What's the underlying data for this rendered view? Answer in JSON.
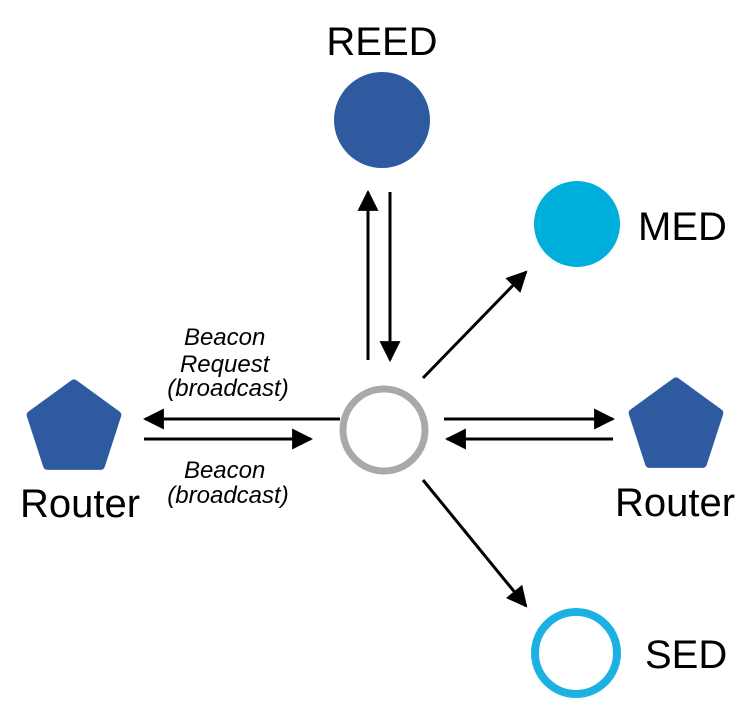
{
  "colors": {
    "node_blue": "#2E5AA0",
    "node_cyan": "#00AEDC",
    "sed_ring_cyan": "#1CB1E2",
    "joiner_ring_gray": "#A9A9A9",
    "arrow_black": "#000000",
    "background": "#FFFFFF"
  },
  "nodes": {
    "reed": {
      "label": "REED",
      "shape": "filled-circle"
    },
    "med": {
      "label": "MED",
      "shape": "filled-circle"
    },
    "sed": {
      "label": "SED",
      "shape": "outlined-circle"
    },
    "router_left": {
      "label": "Router",
      "shape": "pentagon"
    },
    "router_right": {
      "label": "Router",
      "shape": "pentagon"
    },
    "joining_device": {
      "shape": "outlined-circle-gray"
    }
  },
  "edge_labels": {
    "beacon_request": {
      "line1": "Beacon",
      "line2": "Request",
      "line3": "(broadcast)"
    },
    "beacon": {
      "line1": "Beacon",
      "line2": "(broadcast)"
    }
  }
}
